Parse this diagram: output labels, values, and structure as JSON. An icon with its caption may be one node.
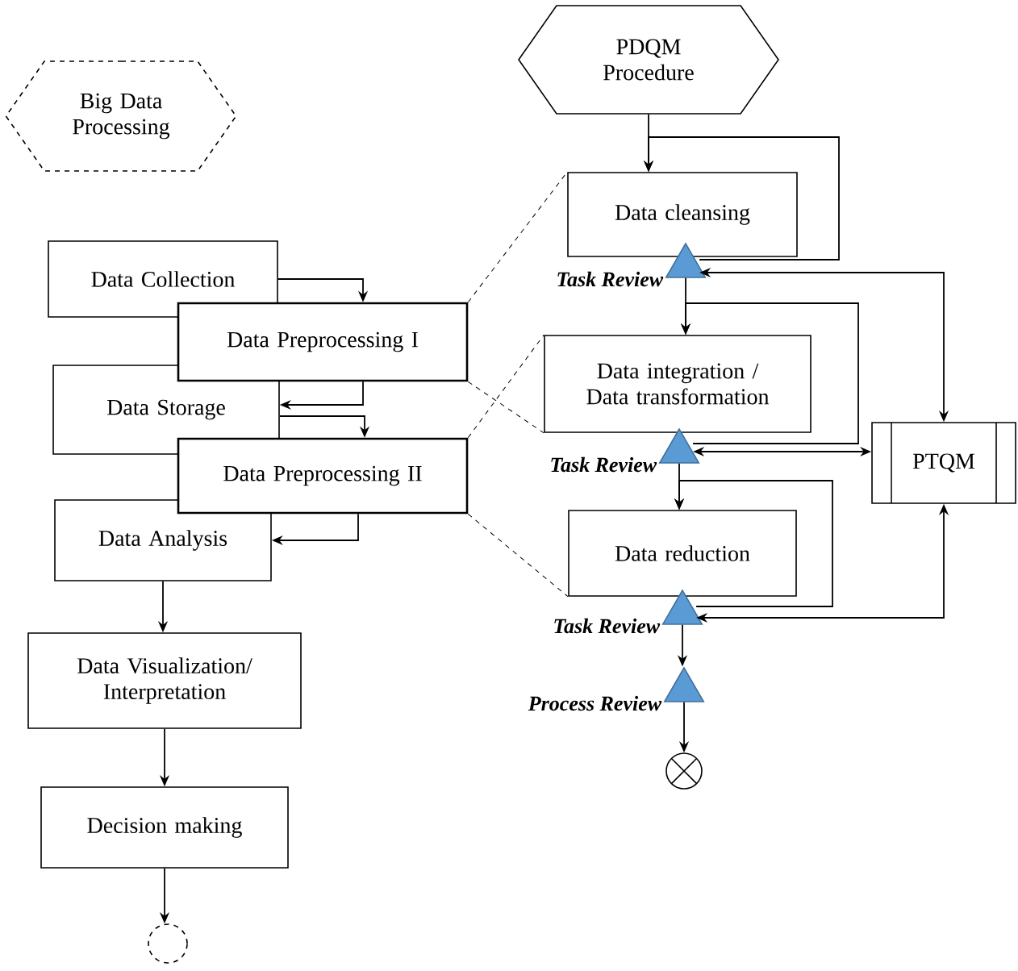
{
  "diagram": {
    "nodes": [
      {
        "text": [
          "Big Data Processing"
        ]
      },
      {
        "text": [
          "Data Collection"
        ]
      },
      {
        "text": [
          "Data Preprocessing I"
        ]
      },
      {
        "text": [
          "Data Storage"
        ]
      },
      {
        "text": [
          "Data Preprocessing II"
        ]
      },
      {
        "text": [
          "Data Analysis"
        ]
      },
      {
        "text": [
          "Data Visualization/ Interpretation"
        ]
      },
      {
        "text": [
          "Decision making"
        ]
      },
      {
        "text": [],
        "shape": "circle"
      },
      {
        "text": [
          "PDQM Procedure"
        ]
      },
      {
        "text": [
          "Data cleansing"
        ]
      },
      {
        "text": [],
        "shape": "triangle",
        "beside": [
          "Task Review"
        ]
      },
      {
        "text": [
          "Data integration / Data transformation"
        ]
      },
      {
        "text": [],
        "shape": "triangle",
        "beside": [
          "Task Review"
        ]
      },
      {
        "text": [
          "Data reduction"
        ]
      },
      {
        "text": [],
        "shape": "triangle",
        "beside": [
          "Task Review"
        ]
      },
      {
        "text": [],
        "shape": "triangle",
        "beside": [
          "Process Review"
        ]
      },
      {
        "text": [],
        "shape": "circle"
      },
      {
        "text": [
          "PTQM"
        ]
      }
    ],
    "edges": [
      {
        "from": 1,
        "to": 2,
        "arrow": "to"
      },
      {
        "from": 2,
        "to": 3,
        "arrow": "to"
      },
      {
        "from": 3,
        "to": 4,
        "arrow": "to"
      },
      {
        "from": 4,
        "to": 5,
        "arrow": "to"
      },
      {
        "from": 5,
        "to": 6,
        "arrow": "to"
      },
      {
        "from": 6,
        "to": 7,
        "arrow": "to"
      },
      {
        "from": 7,
        "to": 8,
        "arrow": "to"
      },
      {
        "from": 2,
        "to": 10,
        "arrow": "none",
        "style": "dashed"
      },
      {
        "from": 2,
        "to": 12,
        "arrow": "none",
        "style": "dashed"
      },
      {
        "from": 4,
        "to": 12,
        "arrow": "none",
        "style": "dashed"
      },
      {
        "from": 4,
        "to": 14,
        "arrow": "none",
        "style": "dashed"
      },
      {
        "from": 9,
        "to": 10,
        "arrow": "to"
      },
      {
        "from": 11,
        "to": 10,
        "arrow": "to"
      },
      {
        "from": 11,
        "to": 18,
        "arrow": "both"
      },
      {
        "from": 11,
        "to": 12,
        "arrow": "to"
      },
      {
        "from": 13,
        "to": 12,
        "arrow": "to"
      },
      {
        "from": 13,
        "to": 18,
        "arrow": "both"
      },
      {
        "from": 13,
        "to": 14,
        "arrow": "to"
      },
      {
        "from": 15,
        "to": 14,
        "arrow": "to"
      },
      {
        "from": 15,
        "to": 18,
        "arrow": "both"
      },
      {
        "from": 15,
        "to": 16,
        "arrow": "to"
      },
      {
        "from": 16,
        "to": 17,
        "arrow": "to"
      }
    ]
  }
}
